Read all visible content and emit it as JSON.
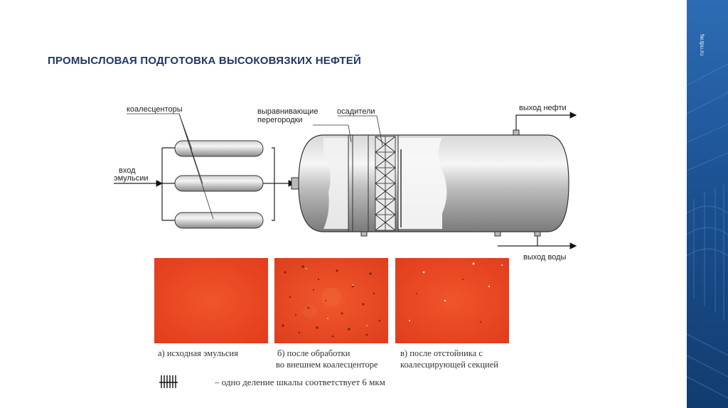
{
  "title": "ПРОМЫСЛОВАЯ ПОДГОТОВКА ВЫСОКОВЯЗКИХ НЕФТЕЙ",
  "site_url": "fw.tpu.ru",
  "diagram": {
    "coalescers_label": "коалесценторы",
    "inlet_label_1": "вход",
    "inlet_label_2": "эмульсии",
    "baffles_label_1": "выравнивающие",
    "baffles_label_2": "перегородки",
    "settlers_label": "осадители",
    "oil_outlet_label": "выход нефти",
    "water_outlet_label": "выход воды"
  },
  "photos": [
    {
      "caption_1": "а) исходная эмульсия",
      "caption_2": ""
    },
    {
      "caption_1": "б) после обработки",
      "caption_2": "во внешнем коалесценторе"
    },
    {
      "caption_1": "в) после отстойника с",
      "caption_2": "коалесцирующей секцией"
    }
  ],
  "scale_note": "– одно деление шкалы соответствует 6 мкм",
  "colors": {
    "title": "#1f3864",
    "side_panel": "#1a4f8f",
    "emulsion": "#e8441e"
  }
}
